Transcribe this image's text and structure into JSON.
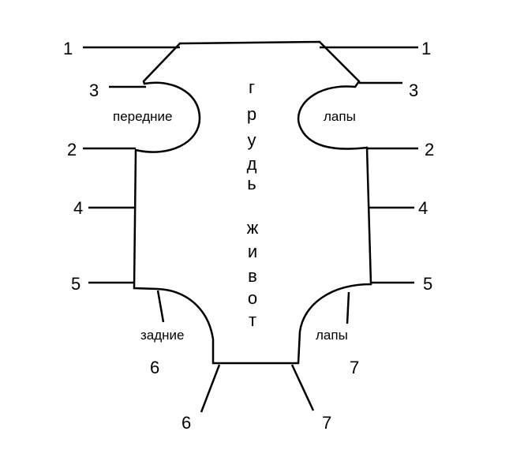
{
  "labels": {
    "front_left": "передние",
    "front_right": "лапы",
    "rear_left": "задние",
    "rear_right": "лапы"
  },
  "vertical_words": {
    "chest": [
      "г",
      "р",
      "у",
      "д",
      "ь"
    ],
    "belly": [
      "ж",
      "и",
      "в",
      "о",
      "т"
    ]
  },
  "markers": {
    "m1_left": "1",
    "m1_right": "1",
    "m3_left": "3",
    "m3_right": "3",
    "m2_left": "2",
    "m2_right": "2",
    "m4_left": "4",
    "m4_right": "4",
    "m5_left": "5",
    "m5_right": "5",
    "m6_upper": "6",
    "m7_upper": "7",
    "m6_lower": "6",
    "m7_lower": "7"
  }
}
